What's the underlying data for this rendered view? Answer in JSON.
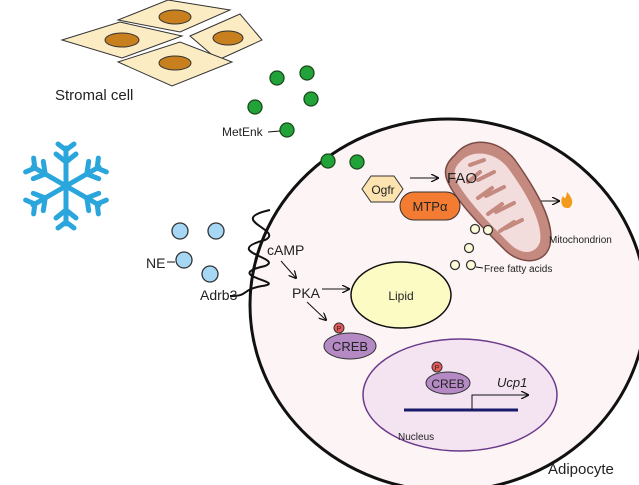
{
  "labels": {
    "stromal_cell": "Stromal cell",
    "metenk": "MetEnk",
    "ne": "NE",
    "adrb3": "Adrb3",
    "camp": "cAMP",
    "pka": "PKA",
    "lipid": "Lipid",
    "creb_cytoplasm": "CREB",
    "creb_nucleus": "CREB",
    "phospho": "P",
    "ucp1": "Ucp1",
    "nucleus": "Nucleus",
    "ogfr": "Ogfr",
    "mtpa": "MTPα",
    "fao": "FAO",
    "mitochondrion": "Mitochondrion",
    "free_fatty_acids": "Free fatty acids",
    "adipocyte": "Adipocyte"
  },
  "colors": {
    "stromal_cell": "#fbecc4",
    "stromal_nucleus": "#c8801e",
    "metenk": "#22a33a",
    "ne": "#a6d8f5",
    "snowflake": "#2aa6dc",
    "adipocyte": "#fdf4f5",
    "lipid": "#fdfbc4",
    "creb": "#b58ac4",
    "phospho": "#e85a5a",
    "nucleus": "#f4e4f2",
    "ogfr": "#fde3b0",
    "mtpa": "#f47c32",
    "mitochondrion": "#c48a80",
    "flame": "#f49a1a"
  },
  "icons": [
    "snowflake-icon",
    "flame-icon"
  ]
}
